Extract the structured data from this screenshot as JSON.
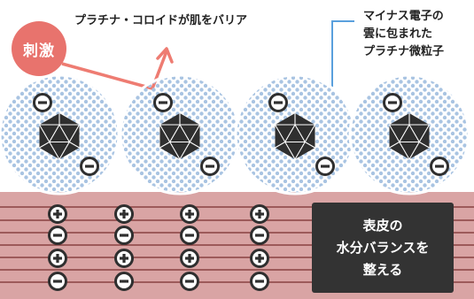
{
  "labels": {
    "stimulus": "刺激",
    "barrier": "プラチナ・コロイドが肌をバリア",
    "cloud_note": [
      "マイナス電子の",
      "雲に包まれた",
      "プラチナ微粒子"
    ],
    "balance": [
      "表皮の",
      "水分バランスを",
      "整える"
    ]
  },
  "colors": {
    "stimulus": "#e8736d",
    "arrow": "#ee7c72",
    "skin": "#d9a4a4",
    "skin_lines": "#7a2f2f",
    "dots": "#a9c4e2",
    "particle": "#2f2f2f",
    "callout_line": "#5aa0dd",
    "box": "#333333"
  },
  "particles": [
    {
      "id": "particle-1"
    },
    {
      "id": "particle-2"
    },
    {
      "id": "particle-3"
    },
    {
      "id": "particle-4"
    }
  ],
  "charge_columns": [
    {
      "signs": [
        "+",
        "-",
        "+",
        "-"
      ]
    },
    {
      "signs": [
        "+",
        "-",
        "+",
        "-"
      ]
    },
    {
      "signs": [
        "+",
        "-",
        "+",
        "-"
      ]
    },
    {
      "signs": [
        "+",
        "-",
        "+",
        "-"
      ]
    }
  ],
  "icons": {
    "minus": "minus-icon",
    "plus": "plus-icon",
    "particle": "icosahedron-icon"
  }
}
